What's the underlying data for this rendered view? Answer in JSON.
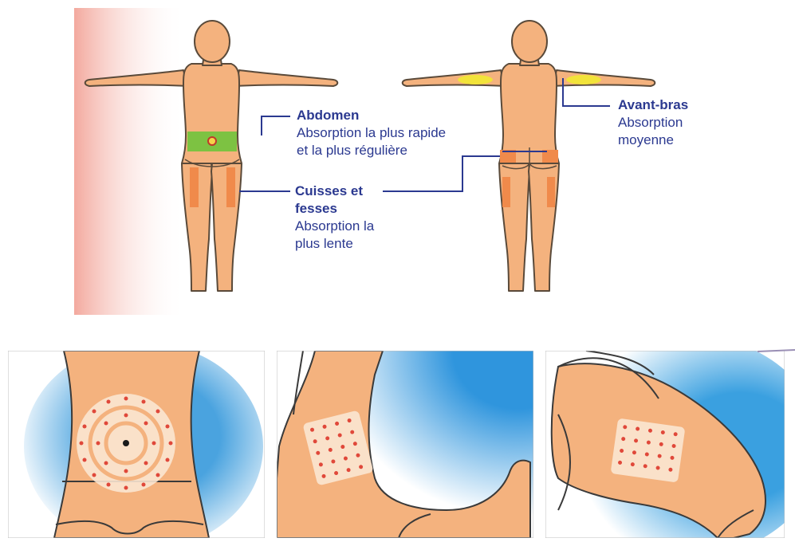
{
  "labels": {
    "abdomen": {
      "title": "Abdomen",
      "line1": "Absorption la plus rapide",
      "line2": "et la plus régulière"
    },
    "cuisses": {
      "title1": "Cuisses et",
      "title2": "fesses",
      "line1": "Absorption la",
      "line2": "plus lente"
    },
    "avant_bras": {
      "title": "Avant-bras",
      "line1": "Absorption",
      "line2": "moyenne"
    }
  },
  "colors": {
    "skin": "#f4b27e",
    "outline": "#5a4a3a",
    "abdomen_zone": "#7dc242",
    "thigh_zone": "#f08a4b",
    "arm_zone": "#f2e33a",
    "label_text": "#2b3990",
    "panel_glow": "#4aa3df",
    "dot": "#e0483a",
    "pad": "#fbe6d2"
  }
}
